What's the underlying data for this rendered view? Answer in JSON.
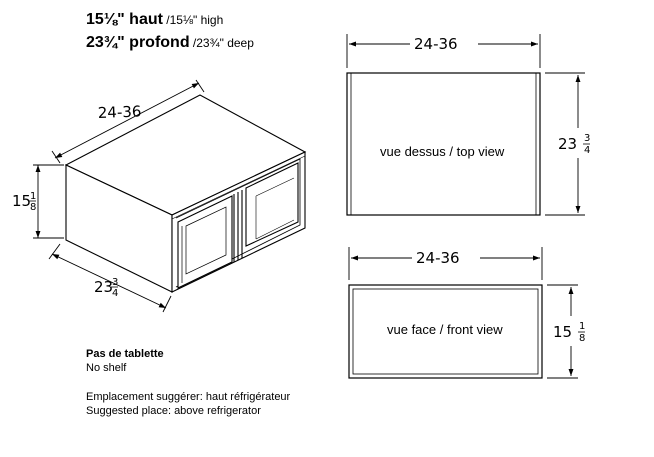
{
  "header": {
    "height_main": "15⅛\" haut",
    "height_sub": " /15⅛\" high",
    "depth_main": "23¾\" profond",
    "depth_sub": " /23¾\" deep"
  },
  "dims": {
    "width": "24-36",
    "height_whole": "15",
    "height_num": "1",
    "height_den": "8",
    "depth_whole": "23",
    "depth_num": "3",
    "depth_den": "4"
  },
  "views": {
    "top": "vue dessus / top view",
    "front": "vue face / front view"
  },
  "notes": {
    "shelf_fr": "Pas de tablette",
    "shelf_en": "No shelf",
    "place_fr": "Emplacement suggérer: haut réfrigérateur",
    "place_en": "Suggested place: above refrigerator"
  }
}
